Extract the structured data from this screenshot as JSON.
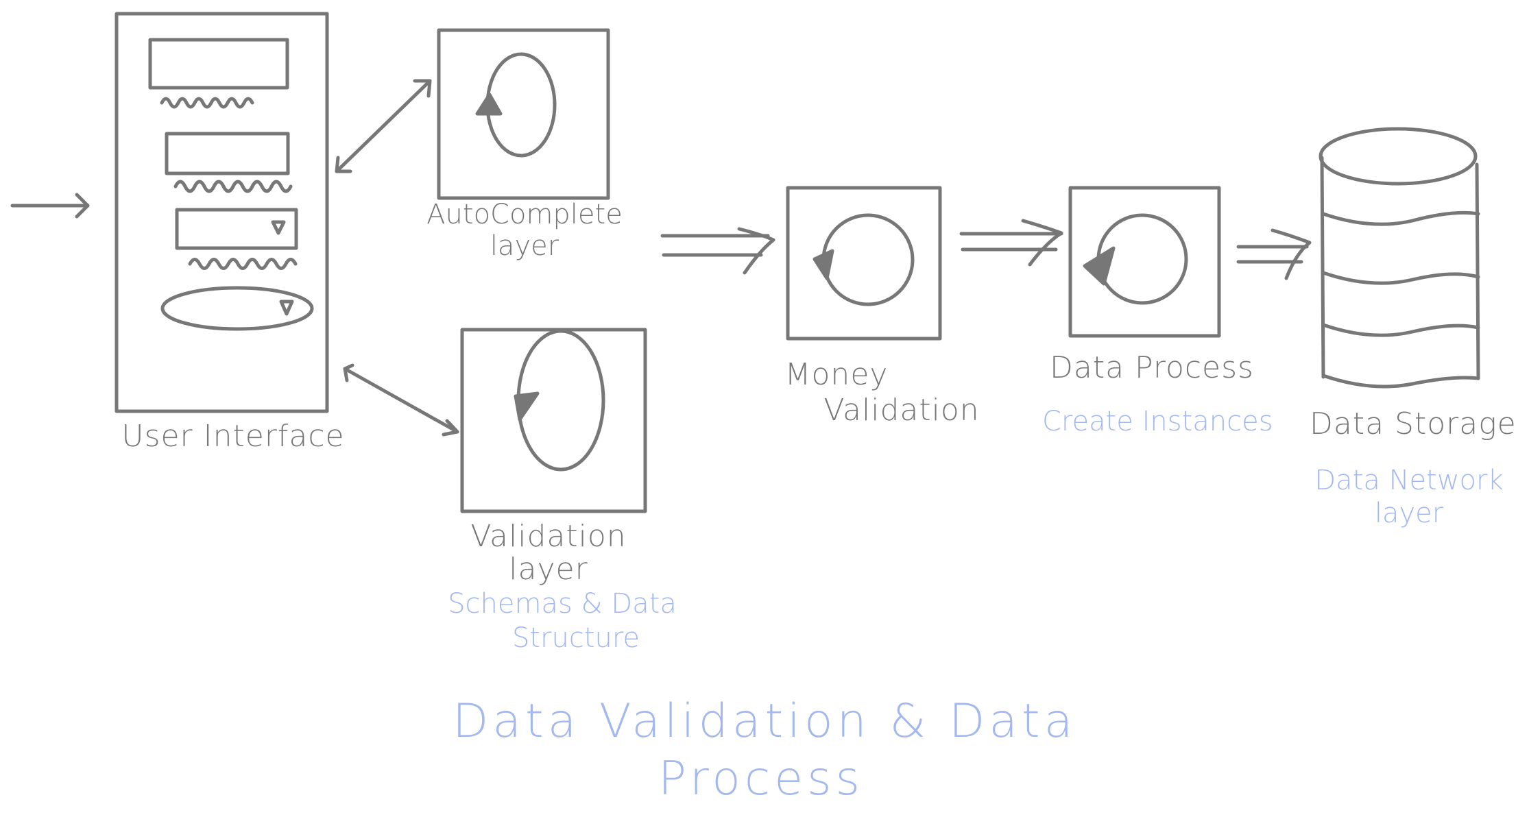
{
  "colors": {
    "stroke": "#777777",
    "label": "#777777",
    "annotation": "#a3b8ee",
    "background": "#ffffff"
  },
  "nodes": {
    "user_interface": {
      "label": "User Interface"
    },
    "autocomplete": {
      "label_line1": "AutoComplete",
      "label_line2": "layer"
    },
    "validation": {
      "label_line1": "Validation",
      "label_line2": "layer",
      "note_line1": "Schemas & Data",
      "note_line2": "Structure"
    },
    "money_validation": {
      "label_line1": "Money",
      "label_line2": "Validation"
    },
    "data_process": {
      "label": "Data Process",
      "note": "Create Instances"
    },
    "data_storage": {
      "label": "Data Storage",
      "note_line1": "Data Network",
      "note_line2": "layer"
    }
  },
  "title": {
    "line1": "Data Validation & Data",
    "line2": "Process"
  }
}
